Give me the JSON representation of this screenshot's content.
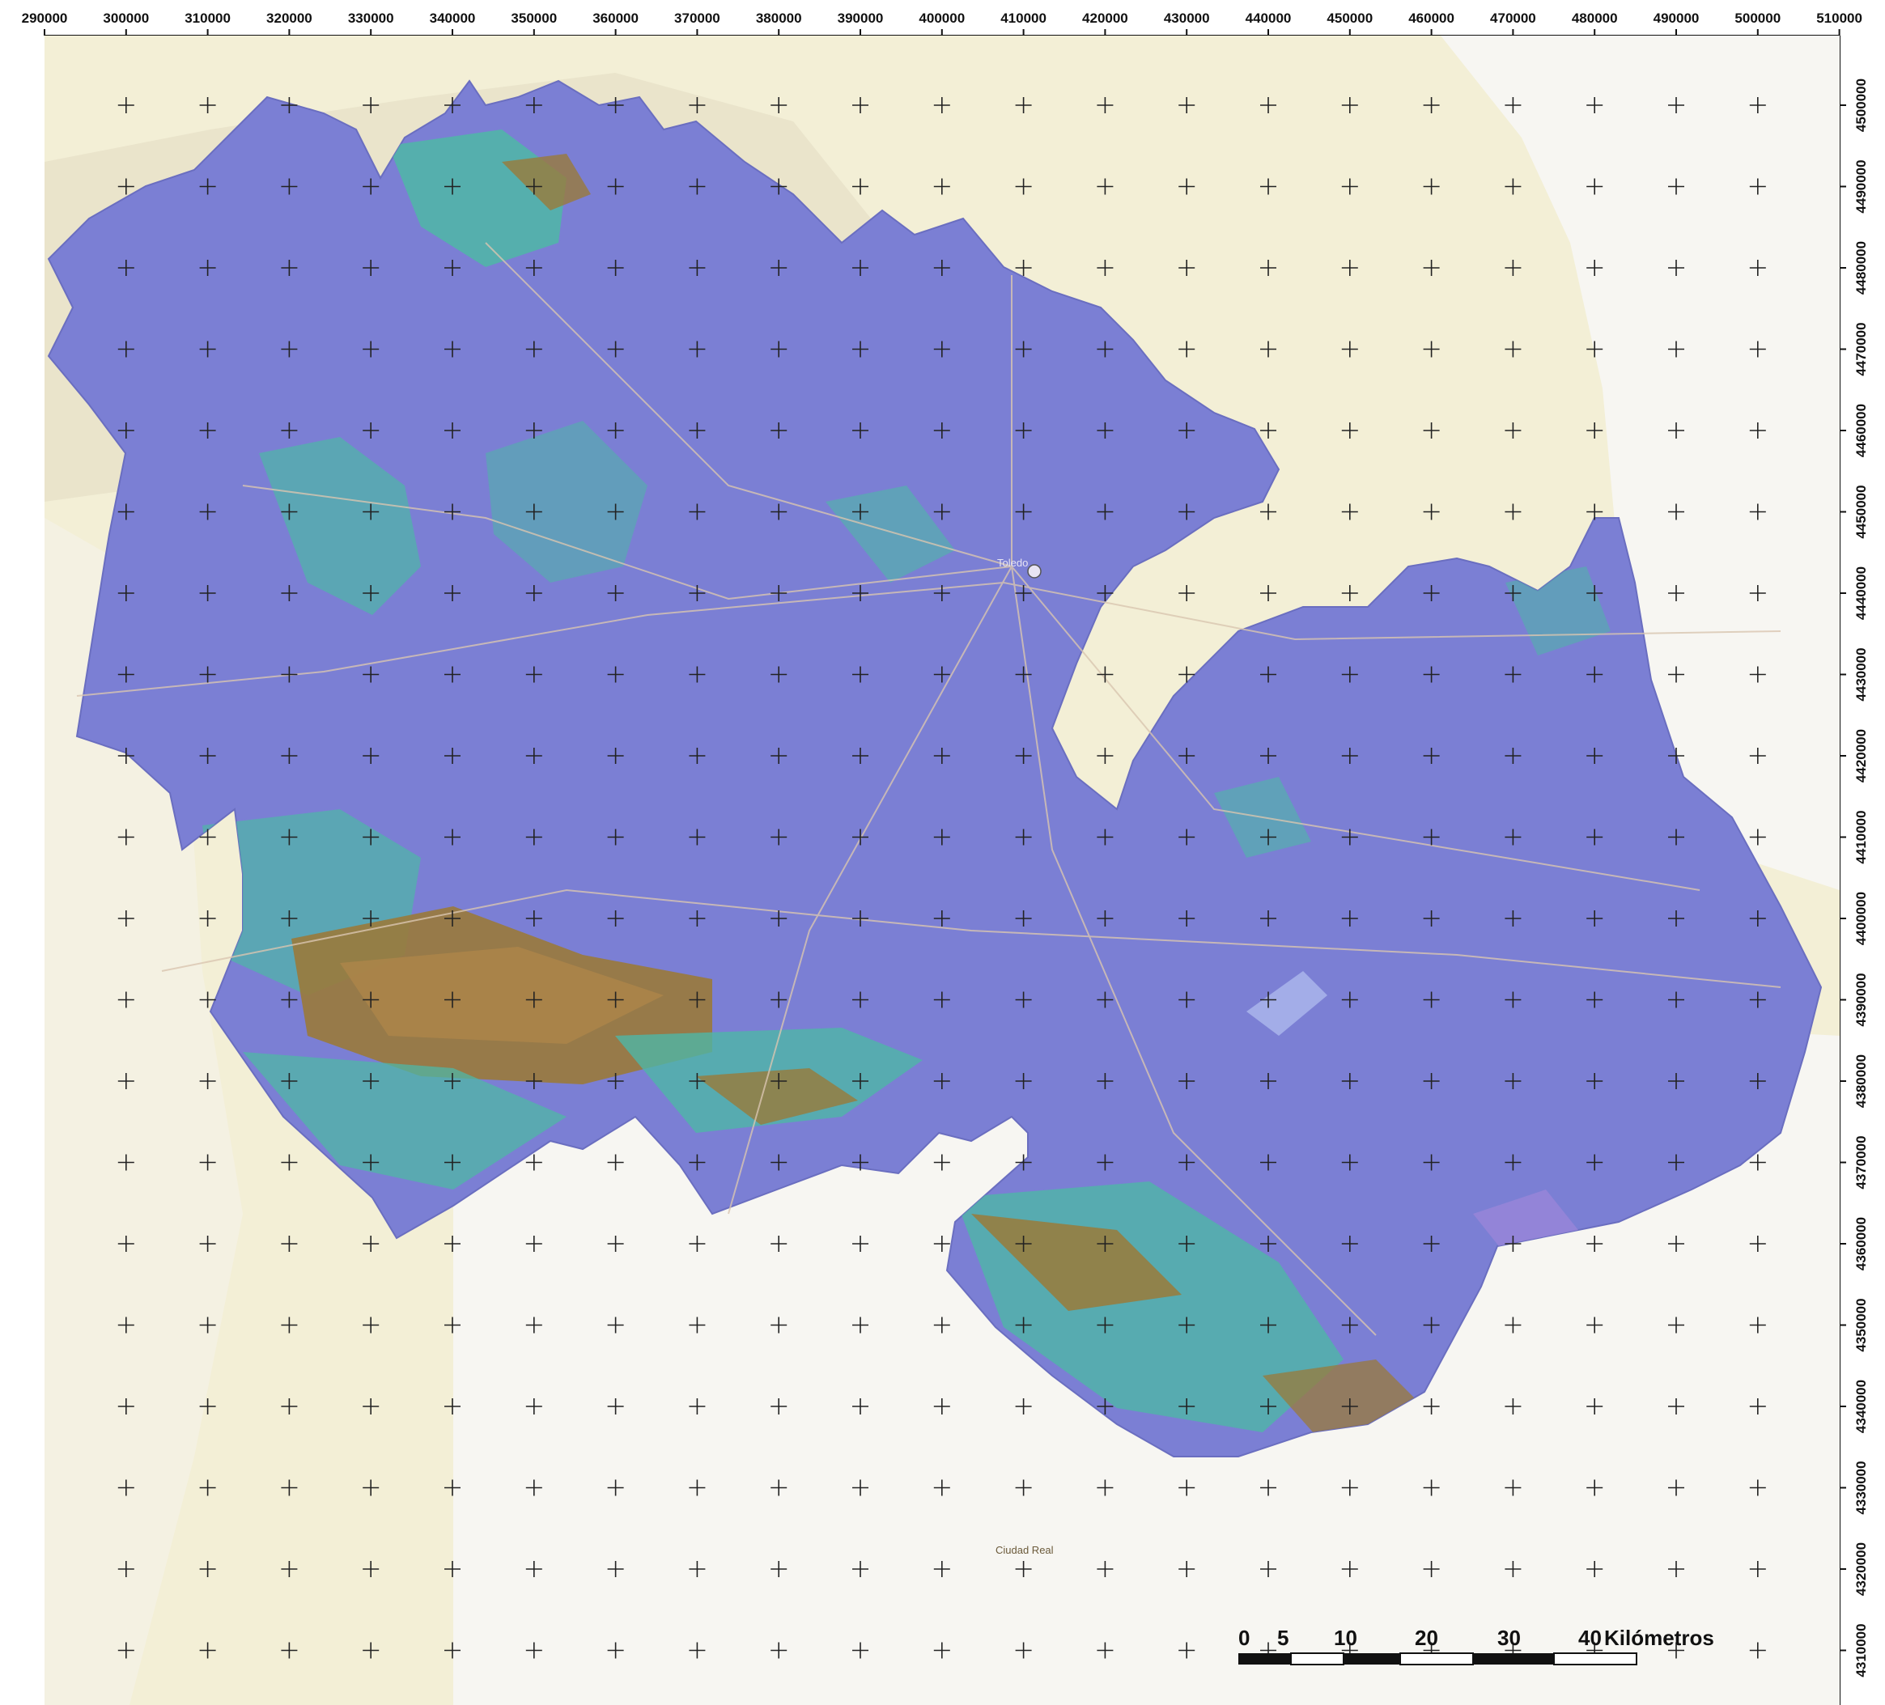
{
  "map": {
    "x_axis": {
      "ticks": [
        "290000",
        "300000",
        "310000",
        "320000",
        "330000",
        "340000",
        "350000",
        "360000",
        "370000",
        "380000",
        "390000",
        "400000",
        "410000",
        "420000",
        "430000",
        "440000",
        "450000",
        "460000",
        "470000",
        "480000",
        "490000",
        "500000",
        "510000"
      ]
    },
    "y_axis": {
      "ticks": [
        "4500000",
        "4490000",
        "4480000",
        "4470000",
        "4460000",
        "4450000",
        "4440000",
        "4430000",
        "4420000",
        "4410000",
        "4400000",
        "4390000",
        "4380000",
        "4370000",
        "4360000",
        "4350000",
        "4340000",
        "4330000",
        "4320000",
        "4310000"
      ]
    },
    "scale_bar": {
      "labels": [
        "0",
        "5",
        "10",
        "20",
        "30",
        "40"
      ],
      "unit": "Kilómetros"
    },
    "places": {
      "toledo": "Toledo",
      "ciudad_real": "Ciudad Real"
    },
    "colors": {
      "region_fill": "#7b7fd4",
      "region_green": "#4fb7a6",
      "region_brown": "#9a7a3a",
      "background_beige": "#f3efd6",
      "background_white": "#f7f6f2",
      "grid_cross": "#222222"
    }
  }
}
